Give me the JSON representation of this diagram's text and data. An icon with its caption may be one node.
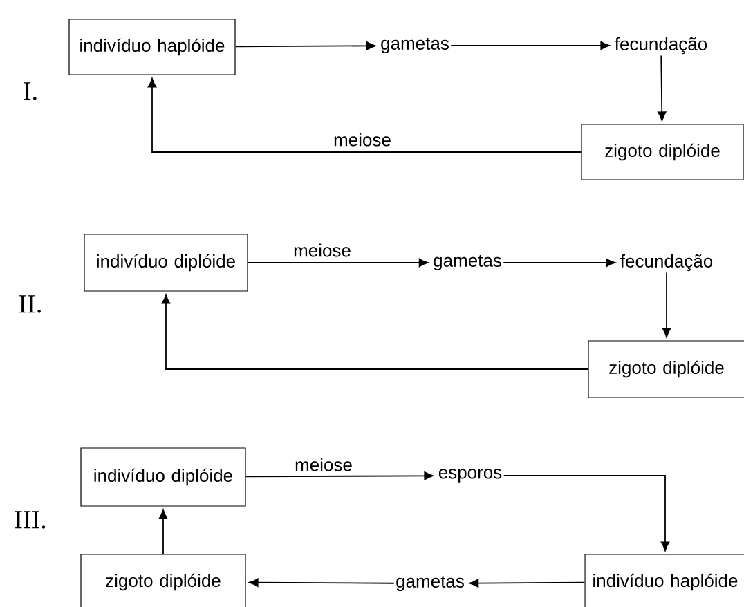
{
  "diagram": {
    "nodes": [
      {
        "text": [
          "indivíduo haplóide"
        ]
      },
      {
        "text": [
          "gametas"
        ]
      },
      {
        "text": [
          "fecundação"
        ]
      },
      {
        "text": [
          "zigoto diplóide"
        ]
      },
      {
        "text": [
          "indivíduo diplóide"
        ]
      },
      {
        "text": [
          "gametas"
        ]
      },
      {
        "text": [
          "fecundação"
        ]
      },
      {
        "text": [
          "zigoto diplóide"
        ]
      },
      {
        "text": [
          "indivíduo diplóide"
        ]
      },
      {
        "text": [
          "esporos"
        ]
      },
      {
        "text": [
          "zigoto diplóide"
        ]
      },
      {
        "text": [
          "gametas"
        ]
      },
      {
        "text": [
          "indivíduo haplóide"
        ]
      }
    ],
    "edges": [
      {
        "from": 0,
        "to": 1,
        "arrow": "to"
      },
      {
        "from": 1,
        "to": 2,
        "arrow": "to"
      },
      {
        "from": 2,
        "to": 3,
        "arrow": "to"
      },
      {
        "from": 3,
        "to": 0,
        "arrow": "to",
        "label": "meiose"
      },
      {
        "from": 4,
        "to": 5,
        "arrow": "to",
        "label": "meiose"
      },
      {
        "from": 5,
        "to": 6,
        "arrow": "to"
      },
      {
        "from": 6,
        "to": 7,
        "arrow": "to"
      },
      {
        "from": 7,
        "to": 4,
        "arrow": "to"
      },
      {
        "from": 8,
        "to": 9,
        "arrow": "to",
        "label": "meiose"
      },
      {
        "from": 9,
        "to": 12,
        "arrow": "to"
      },
      {
        "from": 12,
        "to": 11,
        "arrow": "to"
      },
      {
        "from": 11,
        "to": 10,
        "arrow": "to"
      },
      {
        "from": 10,
        "to": 8,
        "arrow": "to"
      }
    ],
    "labels": [
      "I.",
      "II.",
      "III."
    ]
  }
}
